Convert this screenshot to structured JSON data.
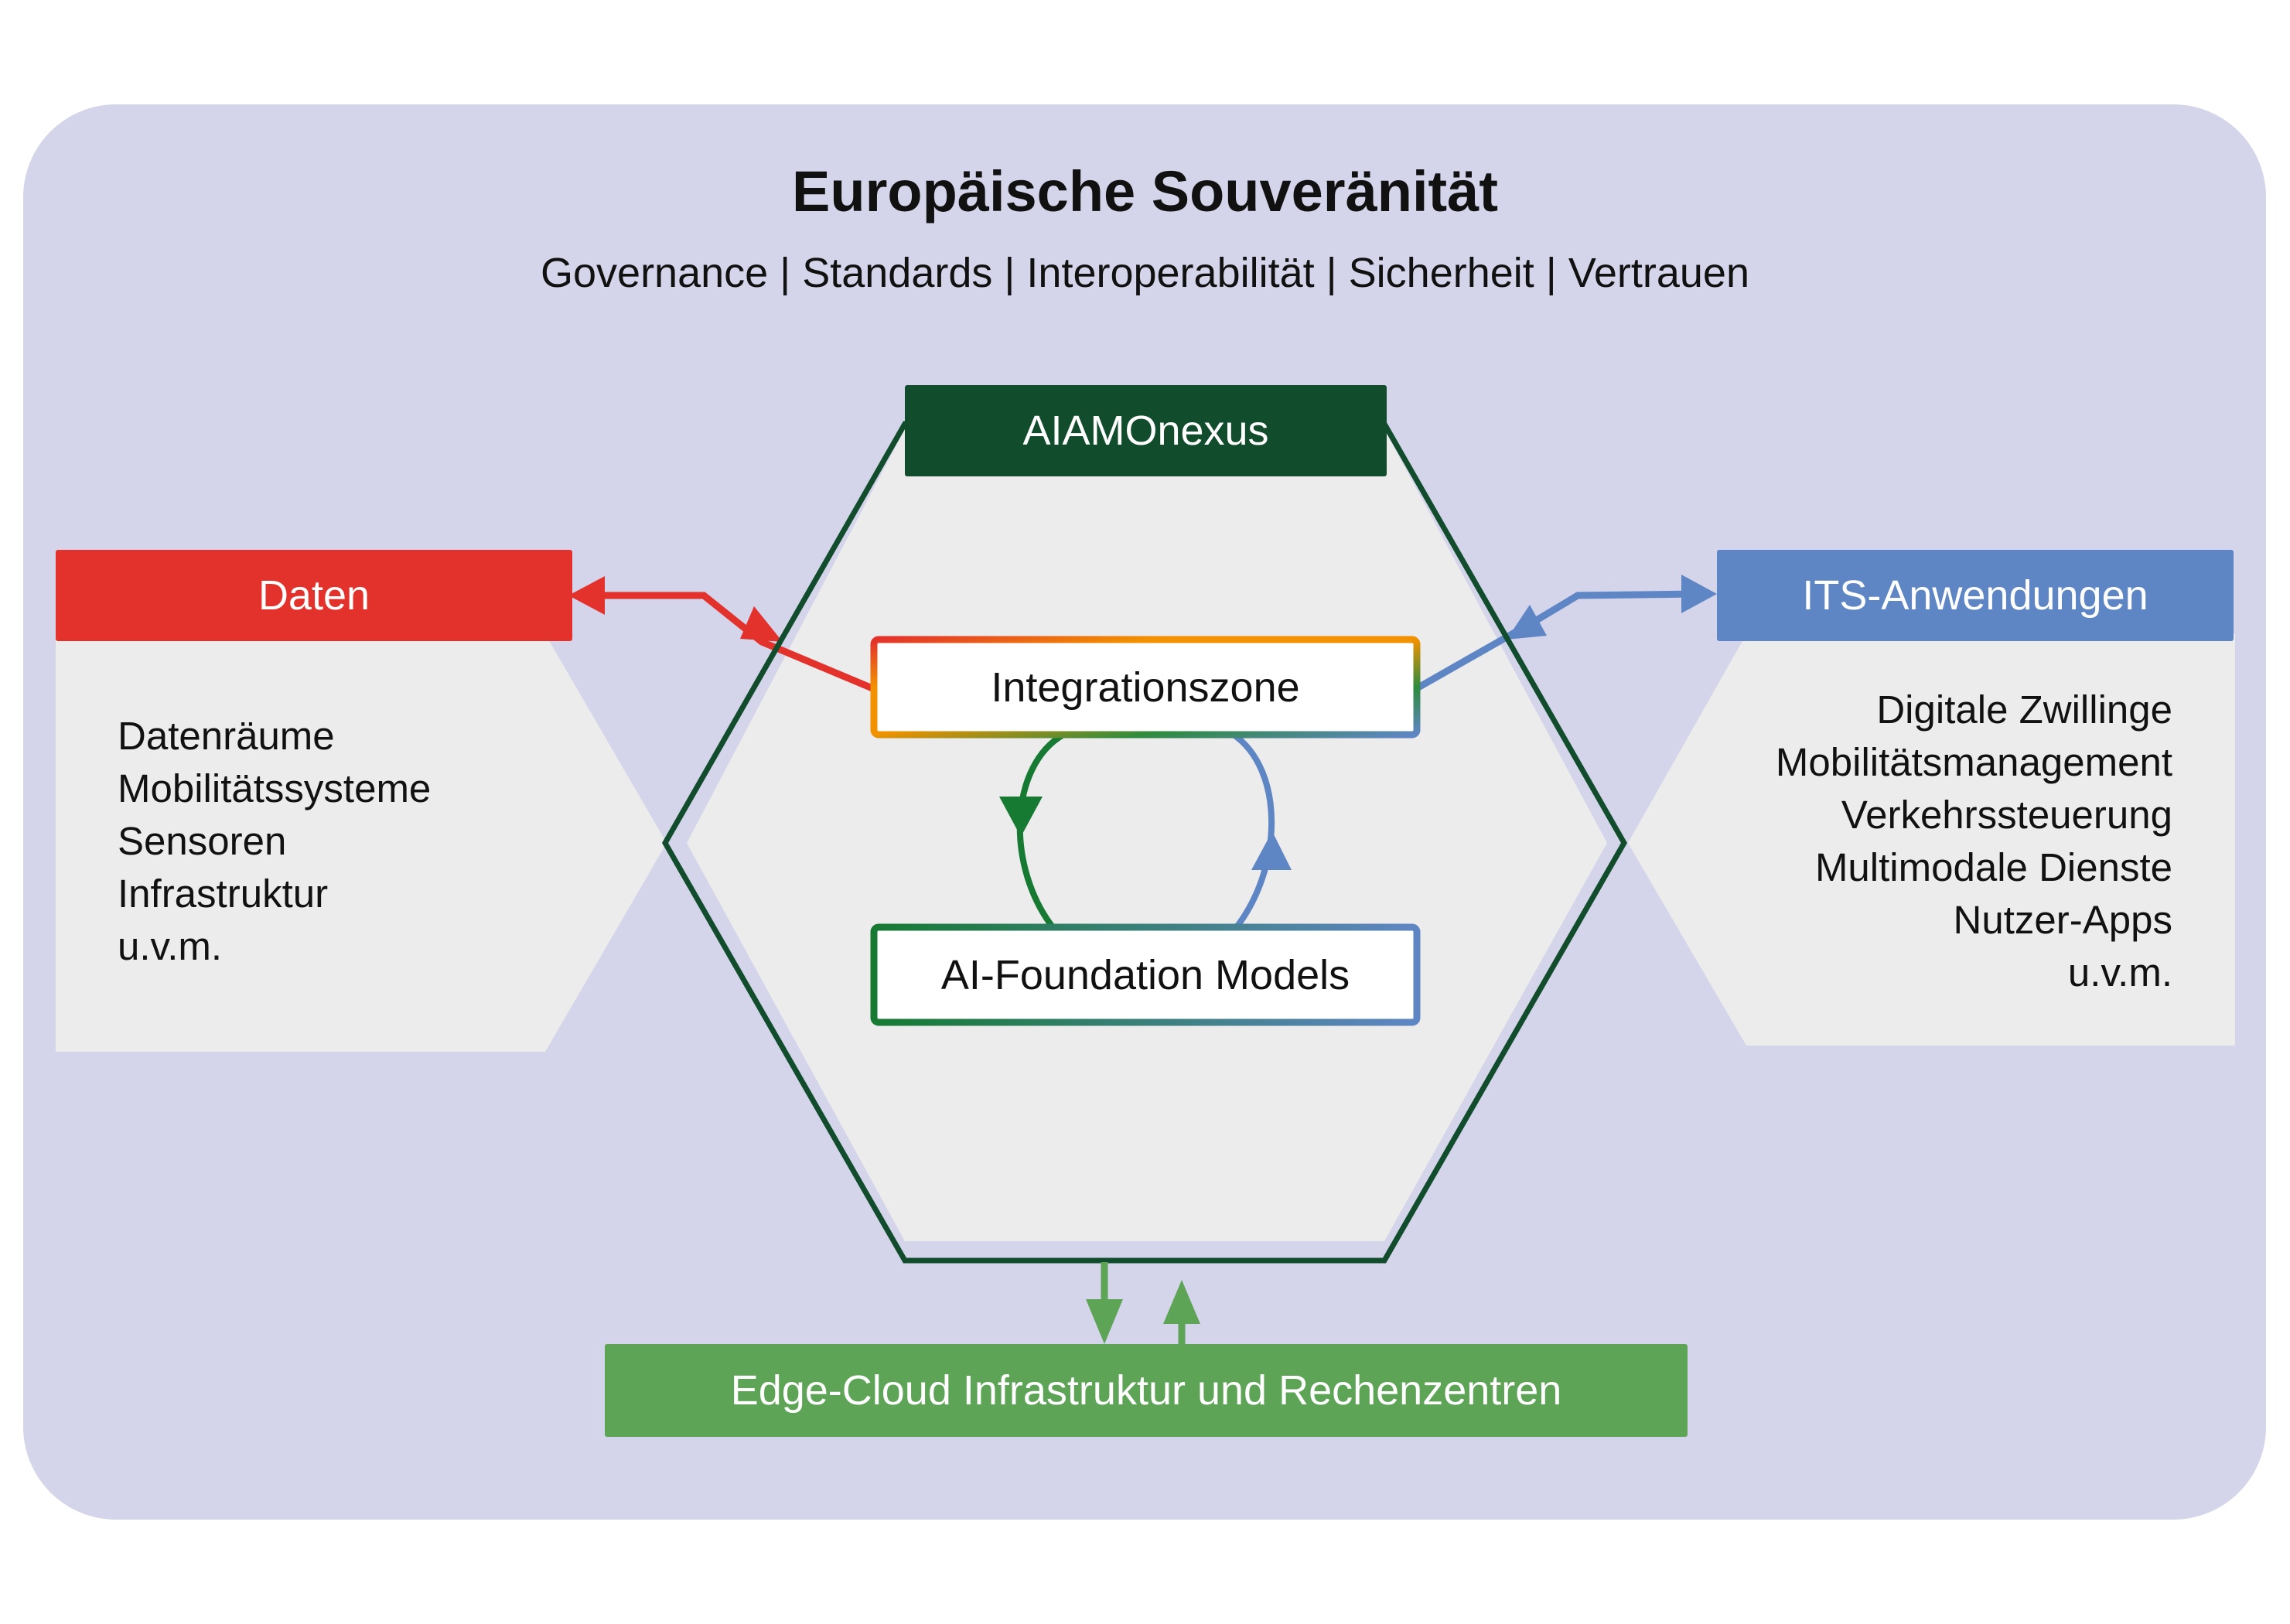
{
  "title": "Europäische Souveränität",
  "subtitle": "Governance | Standards | Interoperabilität | Sicherheit | Vertrauen",
  "center": {
    "header": "AIAMOnexus",
    "integration_zone": "Integrationszone",
    "foundation_models": "AI-Foundation Models"
  },
  "left": {
    "header": "Daten",
    "items": [
      "Datenräume",
      "Mobilitätssysteme",
      "Sensoren",
      "Infrastruktur",
      "u.v.m."
    ]
  },
  "right": {
    "header": "ITS-Anwendungen",
    "items": [
      "Digitale Zwillinge",
      "Mobilitätsmanagement",
      "Verkehrssteuerung",
      "Multimodale Dienste",
      "Nutzer-Apps",
      "u.v.m."
    ]
  },
  "bottom": {
    "label": "Edge-Cloud Infrastruktur und Rechenzentren"
  },
  "colors": {
    "background_panel": "#d4d4ea",
    "light_panel": "#ececec",
    "nexus_green": "#114d2c",
    "daten_red": "#e3312c",
    "its_blue": "#5f86c4",
    "edge_green": "#5ea457",
    "orange": "#f29200"
  }
}
